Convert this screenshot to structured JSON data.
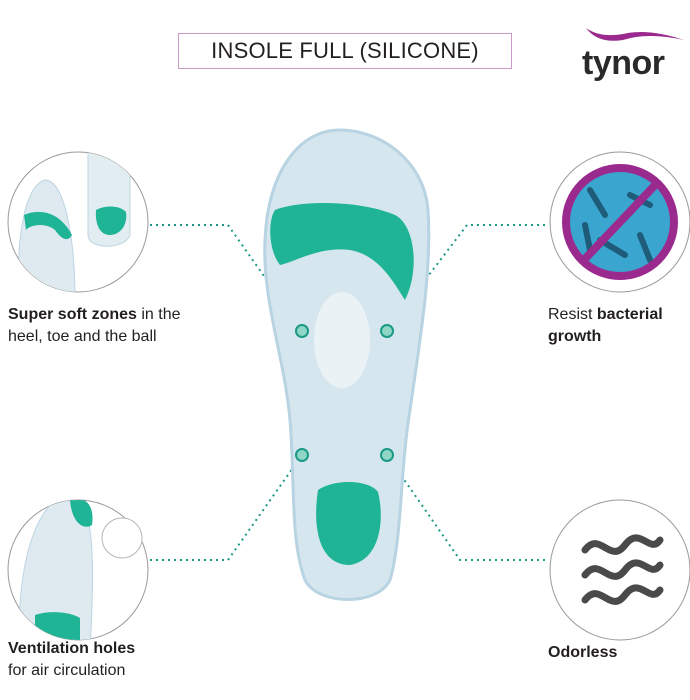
{
  "title": "INSOLE FULL (SILICONE)",
  "logo": {
    "text": "tynor"
  },
  "features": [
    {
      "bold": "Super soft zones",
      "rest": " in the",
      "line2": "heel, toe and the ball"
    },
    {
      "prefix": "Resist ",
      "bold": "bacterial",
      "line2": "growth"
    },
    {
      "bold": "Ventilation holes",
      "line2": "for air circulation"
    },
    {
      "bold": "Odorless"
    }
  ],
  "colors": {
    "accent": "#1fb496",
    "dots": "#1a9a86",
    "brand": "#9b2a8e",
    "frame": "#c99bc6"
  }
}
